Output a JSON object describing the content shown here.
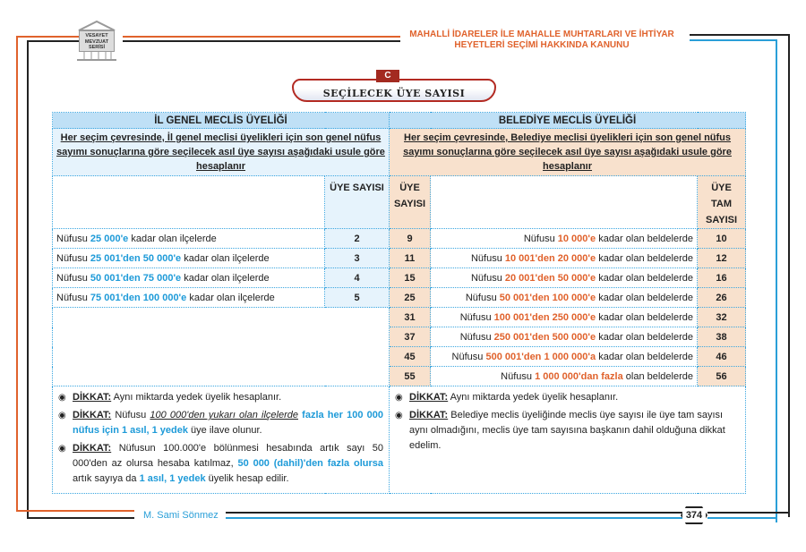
{
  "header": {
    "logo_text": "VESAYET MEVZUAT SERİSİ",
    "title_line1": "MAHALLİ İDARELER İLE MAHALLE MUHTARLARI VE İHTİYAR",
    "title_line2": "HEYETLERİ SEÇİMİ HAKKINDA KANUNU"
  },
  "section": {
    "letter": "C",
    "title": "SEÇİLECEK ÜYE SAYISI"
  },
  "left": {
    "heading": "İL GENEL MECLİS ÜYELİĞİ",
    "description": "Her seçim çevresinde, İl genel meclisi üyelikleri için son genel nüfus sayımı sonuçlarına göre seçilecek asıl üye sayısı aşağıdaki usule göre hesaplanır",
    "col_count": "ÜYE SAYISI",
    "rows": [
      {
        "pre": "Nüfusu ",
        "hl": "25 000'e",
        "post": " kadar olan ilçelerde",
        "count": "2"
      },
      {
        "pre": "Nüfusu ",
        "hl": "25 001'den 50 000'e",
        "post": " kadar olan ilçelerde",
        "count": "3"
      },
      {
        "pre": "Nüfusu ",
        "hl": "50 001'den 75 000'e",
        "post": " kadar olan ilçelerde",
        "count": "4"
      },
      {
        "pre": "Nüfusu ",
        "hl": "75 001'den 100 000'e",
        "post": " kadar olan ilçelerde",
        "count": "5"
      }
    ],
    "notes": [
      {
        "label": "DİKKAT:",
        "t1": " Aynı miktarda yedek üyelik hesaplanır.",
        "i": "",
        "h1": "",
        "t2": "",
        "h2": "",
        "t3": ""
      },
      {
        "label": "DİKKAT:",
        "t1": " Nüfusu ",
        "i": "100 000'den yukarı olan ilçelerde",
        "h1": " fazla her 100 000 nüfus için 1 asıl, 1 yedek",
        "t2": " üye ilave olunur.",
        "h2": "",
        "t3": ""
      },
      {
        "label": "DİKKAT:",
        "t1": " Nüfusun 100.000'e bölünmesi hesabında artık sayı 50 000'den az olursa hesaba katılmaz, ",
        "i": "",
        "h1": "50 000 (dahil)'den fazla olursa",
        "t2": " artık sayıya da ",
        "h2": "1 asıl, 1 yedek",
        "t3": " üyelik hesap edilir."
      }
    ]
  },
  "right": {
    "heading": "BELEDİYE MECLİS ÜYELİĞİ",
    "description": "Her seçim çevresinde, Belediye meclisi üyelikleri için son genel nüfus sayımı sonuçlarına göre seçilecek asıl üye sayısı aşağıdaki usule göre hesaplanır",
    "col_count": "ÜYE SAYISI",
    "col_total": "ÜYE TAM SAYISI",
    "rows": [
      {
        "count": "9",
        "pre": "Nüfusu ",
        "hl": "10 000'e",
        "post": " kadar olan beldelerde",
        "total": "10"
      },
      {
        "count": "11",
        "pre": "Nüfusu ",
        "hl": "10 001'den 20 000'e",
        "post": " kadar olan beldelerde",
        "total": "12"
      },
      {
        "count": "15",
        "pre": "Nüfusu ",
        "hl": "20 001'den 50 000'e",
        "post": " kadar olan beldelerde",
        "total": "16"
      },
      {
        "count": "25",
        "pre": "Nüfusu ",
        "hl": "50 001'den 100 000'e",
        "post": " kadar olan beldelerde",
        "total": "26"
      },
      {
        "count": "31",
        "pre": "Nüfusu ",
        "hl": "100 001'den 250 000'e",
        "post": " kadar olan beldelerde",
        "total": "32"
      },
      {
        "count": "37",
        "pre": "Nüfusu ",
        "hl": "250 001'den 500 000'e",
        "post": " kadar olan beldelerde",
        "total": "38"
      },
      {
        "count": "45",
        "pre": "Nüfusu ",
        "hl": "500 001'den 1 000 000'a",
        "post": " kadar olan beldelerde",
        "total": "46"
      },
      {
        "count": "55",
        "pre": "Nüfusu ",
        "hl": "1 000 000'dan fazla",
        "post": " olan beldelerde",
        "total": "56"
      }
    ],
    "notes": [
      {
        "label": "DİKKAT:",
        "t1": " Aynı miktarda yedek üyelik hesaplanır."
      },
      {
        "label": "DİKKAT:",
        "t1": " Belediye meclis üyeliğinde meclis üye sayısı ile üye tam sayısı aynı olmadığını, meclis üye tam sayısına başkanın dahil olduğuna dikkat edelim."
      }
    ]
  },
  "footer": {
    "author": "M. Sami Sönmez",
    "page": "374"
  },
  "colors": {
    "orange": "#e0622c",
    "blue": "#1d9ad8",
    "red": "#a32a20"
  }
}
